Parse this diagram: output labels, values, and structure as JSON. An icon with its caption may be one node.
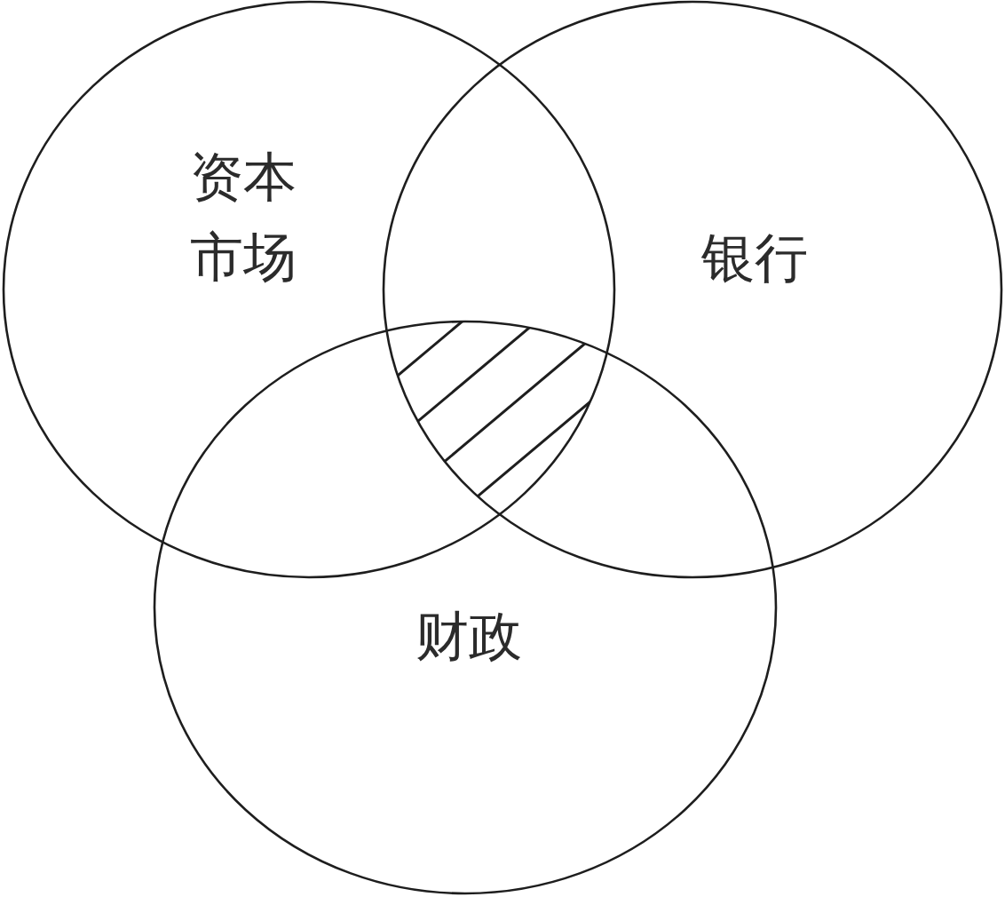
{
  "diagram": {
    "nodes": [
      {
        "text": [
          "资本市场"
        ]
      },
      {
        "text": [
          "银行"
        ]
      },
      {
        "text": [
          "财政"
        ]
      }
    ]
  }
}
